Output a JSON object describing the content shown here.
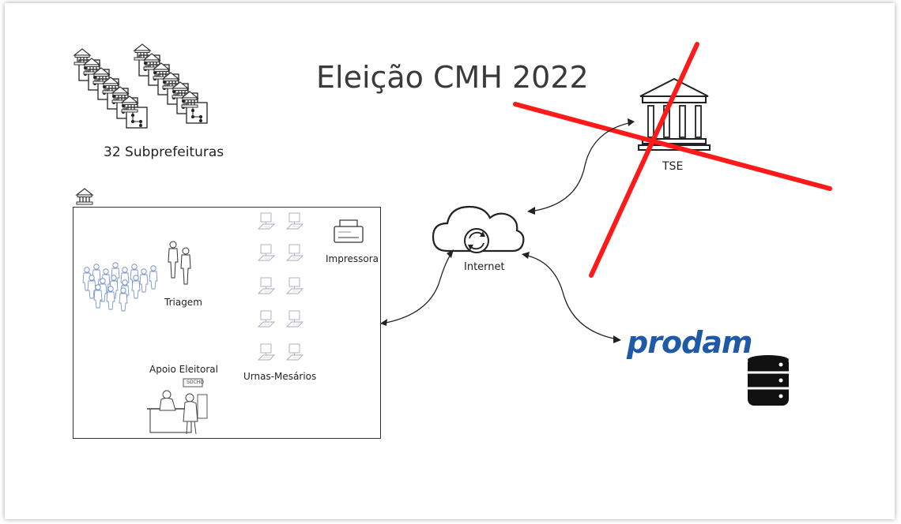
{
  "title": "Eleição CMH 2022",
  "labels": {
    "subprefeituras": "32 Subprefeituras",
    "tse": "TSE",
    "internet": "Internet",
    "impressora": "Impressora",
    "triagem": "Triagem",
    "urnas": "Urnas-Mesários",
    "apoio": "Apoio Eleitoral",
    "prodam": "prodam",
    "sign": "SOCHO"
  },
  "colors": {
    "cross": "#ff1a1a",
    "prodam": "#1e5aa8",
    "crowd": "#7a96c8"
  },
  "icons": [
    "building-icon",
    "cloud-sync-icon",
    "database-icon",
    "printer-icon",
    "computer-icon",
    "crowd-icon"
  ]
}
